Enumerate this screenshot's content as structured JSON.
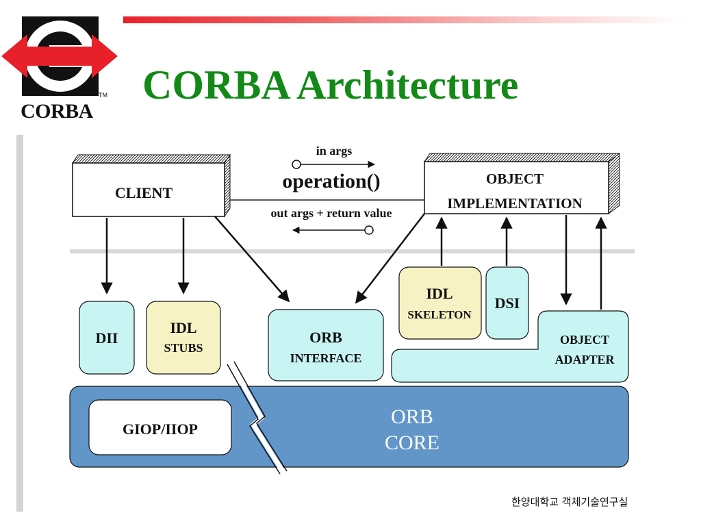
{
  "slide": {
    "title": "CORBA Architecture",
    "logo_text": "CORBA",
    "logo_tm": "TM",
    "footer": "한양대학교 객체기술연구실"
  },
  "diagram": {
    "client": "CLIENT",
    "object_impl_line1": "OBJECT",
    "object_impl_line2": "IMPLEMENTATION",
    "in_args": "in  args",
    "operation": "operation()",
    "out_args": "out  args + return  value",
    "dii": "DII",
    "idl_stubs_line1": "IDL",
    "idl_stubs_line2": "STUBS",
    "orb_interface_line1": "ORB",
    "orb_interface_line2": "INTERFACE",
    "idl_skeleton_line1": "IDL",
    "idl_skeleton_line2": "SKELETON",
    "dsi": "DSI",
    "object_adapter_line1": "OBJECT",
    "object_adapter_line2": "ADAPTER",
    "giop": "GIOP/IIOP",
    "orb_core_line1": "ORB",
    "orb_core_line2": "CORE"
  },
  "colors": {
    "title": "#138a17",
    "cyan_box": "#c8f4f4",
    "yellow_box": "#f6f2c4",
    "orb_core": "#6296c8",
    "logo_red": "#e8202a"
  }
}
